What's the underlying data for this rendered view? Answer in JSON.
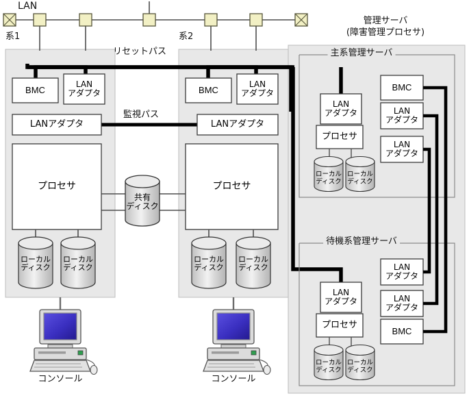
{
  "diagram": {
    "title_top_left": "LAN",
    "management_server": {
      "title_line1": "管理サーバ",
      "title_line2": "(障害管理プロセサ)",
      "primary_group_label": "主系管理サーバ",
      "standby_group_label": "待機系管理サーバ"
    },
    "paths": {
      "reset_path": "リセットパス",
      "monitor_path": "監視パス"
    },
    "systems": [
      {
        "label": "系1",
        "console_label": "コンソール"
      },
      {
        "label": "系2",
        "console_label": "コンソール"
      }
    ],
    "shared_disk": {
      "line1": "共有",
      "line2": "ディスク"
    },
    "labels": {
      "bmc": "BMC",
      "lan_adapter_two_line": [
        "LAN",
        "アダプタ"
      ],
      "lan_adapter_one_line": "LANアダプタ",
      "processor": "プロセサ",
      "local_disk": [
        "ローカル",
        "ディスク"
      ]
    },
    "colors": {
      "lan_tap_fill": "#f2f0c4",
      "panel_fill": "#e8e8e8",
      "box_fill": "#ffffff",
      "cylinder_fill": "#d6d6d6",
      "line": "#4d4d4d",
      "thick_line": "#000000",
      "monitor_screen": "#3b30c8",
      "case_fill": "#dcdcdc"
    }
  },
  "nodes": {
    "sys1": {
      "bmc": "BMC",
      "lan_adapter_top": [
        "LAN",
        "アダプタ"
      ],
      "lan_adapter_mid": "LANアダプタ",
      "processor": "プロセサ",
      "disk_left": [
        "ローカル",
        "ディスク"
      ],
      "disk_right": [
        "ローカル",
        "ディスク"
      ]
    },
    "sys2": {
      "bmc": "BMC",
      "lan_adapter_top": [
        "LAN",
        "アダプタ"
      ],
      "lan_adapter_mid": "LANアダプタ",
      "processor": "プロセサ",
      "disk_left": [
        "ローカル",
        "ディスク"
      ],
      "disk_right": [
        "ローカル",
        "ディスク"
      ]
    },
    "primary_server": {
      "lan_adapter": [
        "LAN",
        "アダプタ"
      ],
      "processor": "プロセサ",
      "disk_left": [
        "ローカル",
        "ディスク"
      ],
      "disk_right": [
        "ローカル",
        "ディスク"
      ],
      "bmc": "BMC",
      "lan_adapter_1": [
        "LAN",
        "アダプタ"
      ],
      "lan_adapter_2": [
        "LAN",
        "アダプタ"
      ]
    },
    "standby_server": {
      "lan_adapter": [
        "LAN",
        "アダプタ"
      ],
      "processor": "プロセサ",
      "disk_left": [
        "ローカル",
        "ディスク"
      ],
      "disk_right": [
        "ローカル",
        "ディスク"
      ],
      "lan_adapter_1": [
        "LAN",
        "アダプタ"
      ],
      "lan_adapter_2": [
        "LAN",
        "アダプタ"
      ],
      "bmc": "BMC"
    }
  }
}
